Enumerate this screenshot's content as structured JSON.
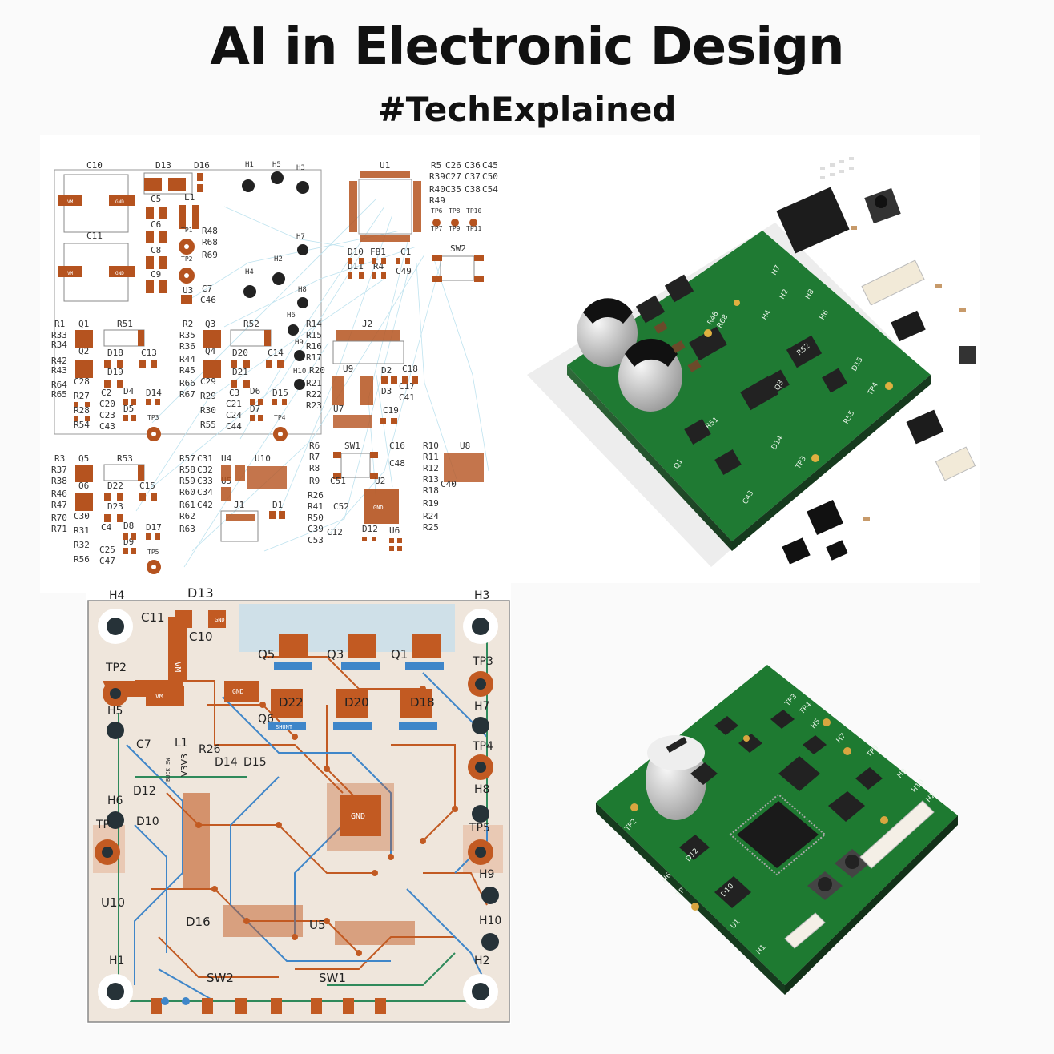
{
  "header": {
    "title": "AI in Electronic Design",
    "subtitle": "#TechExplained"
  },
  "schematic": {
    "labels": {
      "c10": "C10",
      "c11": "C11",
      "d13": "D13",
      "d16": "D16",
      "c5": "C5",
      "l1": "L1",
      "c6": "C6",
      "c8": "C8",
      "c9": "C9",
      "r48": "R48",
      "r68": "R68",
      "r69": "R69",
      "tp1": "TP1",
      "tp2": "TP2",
      "u3": "U3",
      "c7": "C7",
      "c46": "C46",
      "h1": "H1",
      "h5": "H5",
      "h3": "H3",
      "h7": "H7",
      "h2": "H2",
      "h4": "H4",
      "h8": "H8",
      "h6": "H6",
      "h9": "H9",
      "h10": "H10",
      "u1": "U1",
      "r5": "R5",
      "c26": "C26",
      "c36": "C36",
      "c45": "C45",
      "r39": "R39",
      "c27": "C27",
      "c37": "C37",
      "c50": "C50",
      "r40": "R40",
      "c35": "C35",
      "c38": "C38",
      "c54": "C54",
      "r49": "R49",
      "tp6": "TP6",
      "tp8": "TP8",
      "tp10": "TP10",
      "tp7": "TP7",
      "tp9": "TP9",
      "tp11": "TP11",
      "sw2": "SW2",
      "d10": "D10",
      "fb1": "FB1",
      "c1": "C1",
      "d11": "D11",
      "r4": "R4",
      "c49": "C49",
      "r1": "R1",
      "q1": "Q1",
      "r51": "R51",
      "r2": "R2",
      "q3": "Q3",
      "r52": "R52",
      "r14": "R14",
      "r33": "R33",
      "r34": "R34",
      "r42": "R42",
      "r43": "R43",
      "r64": "R64",
      "r65": "R65",
      "q2": "Q2",
      "d18": "D18",
      "c13": "C13",
      "d19": "D19",
      "c28": "C28",
      "r27": "R27",
      "c2": "C2",
      "d4": "D4",
      "d14": "D14",
      "r28": "R28",
      "d5": "D5",
      "c20": "C20",
      "c23": "C23",
      "c43": "C43",
      "r54": "R54",
      "tp3": "TP3",
      "r35": "R35",
      "r36": "R36",
      "r44": "R44",
      "r45": "R45",
      "r66": "R66",
      "r67": "R67",
      "q4": "Q4",
      "d20": "D20",
      "c14": "C14",
      "d21": "D21",
      "c29": "C29",
      "r29": "R29",
      "c3": "C3",
      "d6": "D6",
      "d15": "D15",
      "r30": "R30",
      "d7": "D7",
      "c21": "C21",
      "c24": "C24",
      "c44": "C44",
      "r55": "R55",
      "tp4": "TP4",
      "r15": "R15",
      "r16": "R16",
      "r17": "R17",
      "r20": "R20",
      "r21": "R21",
      "r22": "R22",
      "r23": "R23",
      "j2": "J2",
      "u9": "U9",
      "d2": "D2",
      "c18": "C18",
      "d3": "D3",
      "c17": "C17",
      "c41": "C41",
      "u7": "U7",
      "c19": "C19",
      "r3": "R3",
      "q5": "Q5",
      "r53": "R53",
      "r37": "R37",
      "r38": "R38",
      "r46": "R46",
      "r47": "R47",
      "r70": "R70",
      "r71": "R71",
      "q6": "Q6",
      "d22": "D22",
      "c15": "C15",
      "d23": "D23",
      "c30": "C30",
      "r31": "R31",
      "c4": "C4",
      "d8": "D8",
      "d17": "D17",
      "r32": "R32",
      "d9": "D9",
      "c25": "C25",
      "c47": "C47",
      "r56": "R56",
      "tp5": "TP5",
      "r57": "R57",
      "c31": "C31",
      "u4": "U4",
      "u10": "U10",
      "r58": "R58",
      "c32": "C32",
      "r59": "R59",
      "c33": "C33",
      "u5": "U5",
      "r60": "R60",
      "c34": "C34",
      "r61": "R61",
      "c42": "C42",
      "j1": "J1",
      "d1": "D1",
      "r62": "R62",
      "r63": "R63",
      "r6": "R6",
      "r7": "R7",
      "r8": "R8",
      "r9": "R9",
      "sw1": "SW1",
      "c16": "C16",
      "c48": "C48",
      "c51": "C51",
      "u2": "U2",
      "r26": "R26",
      "r41": "R41",
      "c52": "C52",
      "r50": "R50",
      "c39": "C39",
      "c12": "C12",
      "d12": "D12",
      "u6": "U6",
      "c53": "C53",
      "r10": "R10",
      "u8": "U8",
      "r11": "R11",
      "r12": "R12",
      "r13": "R13",
      "c40": "C40",
      "r18": "R18",
      "r19": "R19",
      "r24": "R24",
      "r25": "R25",
      "vm": "VM",
      "gnd": "GND"
    }
  },
  "layout": {
    "labels": {
      "h4": "H4",
      "d13": "D13",
      "h3": "H3",
      "c11": "C11",
      "c10": "C10",
      "vm": "VM",
      "gnd": "GND",
      "tp2": "TP2",
      "q5": "Q5",
      "q3": "Q3",
      "q1": "Q1",
      "tp3": "TP3",
      "h5": "H5",
      "h7": "H7",
      "d22": "D22",
      "d20": "D20",
      "d18": "D18",
      "q6": "Q6",
      "c7": "C7",
      "l1": "L1",
      "r26": "R26",
      "d14": "D14",
      "d15": "D15",
      "tp4": "TP4",
      "d12": "D12",
      "v3v3": "V3V3",
      "h6": "H6",
      "h8": "H8",
      "tp1": "TP",
      "d10": "D10",
      "tp5": "TP5",
      "h9": "H9",
      "u10": "U10",
      "d16": "D16",
      "u5": "U5",
      "h10": "H10",
      "h1": "H1",
      "sw2": "SW2",
      "sw1": "SW1",
      "h2": "H2",
      "buck_sw": "BUCK_SW",
      "shunt": "SHUNT"
    }
  },
  "render_top": {
    "silk": [
      "Q1",
      "R51",
      "R52",
      "Q3",
      "D14",
      "D15",
      "TP3",
      "TP4",
      "R48",
      "R68",
      "H7",
      "H2",
      "H4",
      "H8",
      "H6",
      "C43",
      "R55"
    ]
  },
  "render_bottom": {
    "silk": [
      "TP2",
      "H5",
      "H7",
      "H2",
      "H9",
      "H10",
      "H6",
      "TP",
      "U1",
      "H1",
      "D10",
      "D12",
      "TP3",
      "TP4",
      "TP5"
    ]
  }
}
